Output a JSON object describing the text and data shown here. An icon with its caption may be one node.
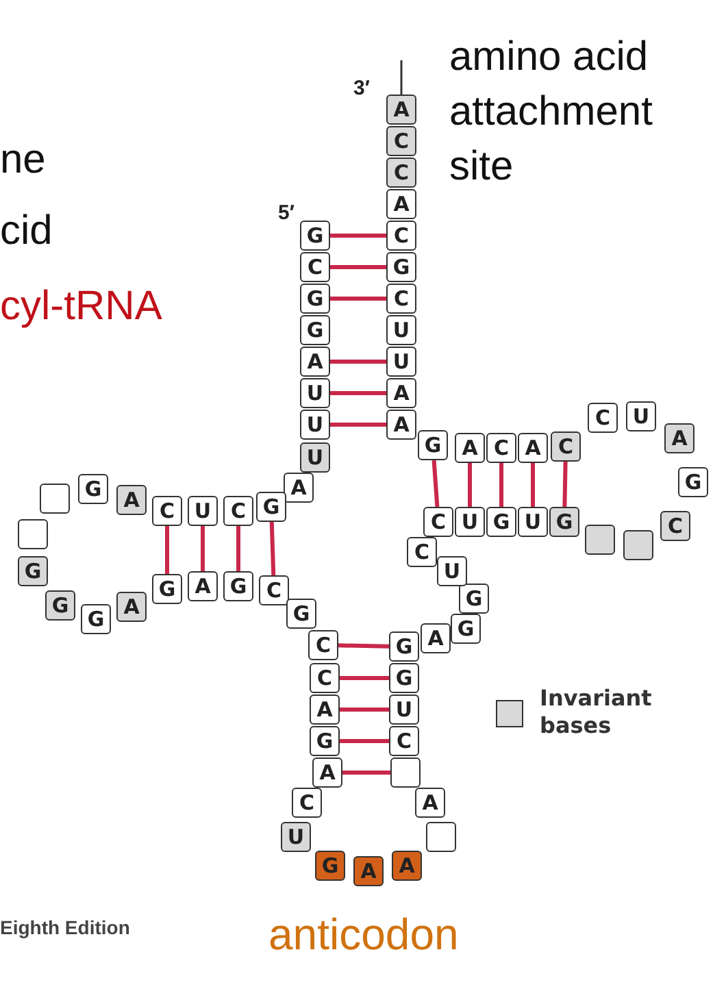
{
  "diagram": {
    "nodes": [
      {
        "text": [
          "G"
        ]
      },
      {
        "text": [
          "C"
        ]
      },
      {
        "text": [
          "G"
        ]
      },
      {
        "text": [
          "G"
        ]
      },
      {
        "text": [
          "A"
        ]
      },
      {
        "text": [
          "U"
        ]
      },
      {
        "text": [
          "U"
        ]
      },
      {
        "text": [
          "U"
        ]
      },
      {
        "text": [
          "A"
        ]
      },
      {
        "text": [
          "G"
        ]
      },
      {
        "text": [
          "C"
        ]
      },
      {
        "text": [
          "U"
        ]
      },
      {
        "text": [
          "C"
        ]
      },
      {
        "text": [
          "A"
        ]
      },
      {
        "text": [
          "G"
        ]
      },
      {
        "text": [],
        "shape": "box"
      },
      {
        "text": [],
        "shape": "box"
      },
      {
        "text": [
          "G"
        ]
      },
      {
        "text": [
          "G"
        ]
      },
      {
        "text": [
          "G"
        ]
      },
      {
        "text": [
          "A"
        ]
      },
      {
        "text": [
          "G"
        ]
      },
      {
        "text": [
          "A"
        ]
      },
      {
        "text": [
          "G"
        ]
      },
      {
        "text": [
          "C"
        ]
      },
      {
        "text": [
          "G"
        ]
      },
      {
        "text": [
          "C"
        ]
      },
      {
        "text": [
          "C"
        ]
      },
      {
        "text": [
          "A"
        ]
      },
      {
        "text": [
          "G"
        ]
      },
      {
        "text": [
          "A"
        ]
      },
      {
        "text": [
          "C"
        ]
      },
      {
        "text": [
          "U"
        ]
      },
      {
        "text": [
          "G"
        ]
      },
      {
        "text": [
          "A"
        ]
      },
      {
        "text": [
          "A"
        ]
      },
      {
        "text": [],
        "shape": "box"
      },
      {
        "text": [
          "A"
        ]
      },
      {
        "text": [],
        "shape": "box"
      },
      {
        "text": [
          "C"
        ]
      },
      {
        "text": [
          "U"
        ]
      },
      {
        "text": [
          "G"
        ]
      },
      {
        "text": [
          "G"
        ]
      },
      {
        "text": [
          "A"
        ]
      },
      {
        "text": [
          "G"
        ]
      },
      {
        "text": [
          "G"
        ]
      },
      {
        "text": [
          "U"
        ]
      },
      {
        "text": [
          "C"
        ]
      },
      {
        "text": [
          "C"
        ]
      },
      {
        "text": [
          "U"
        ]
      },
      {
        "text": [
          "G"
        ]
      },
      {
        "text": [
          "U"
        ]
      },
      {
        "text": [
          "G"
        ]
      },
      {
        "text": [],
        "shape": "box"
      },
      {
        "text": [],
        "shape": "box"
      },
      {
        "text": [
          "C"
        ]
      },
      {
        "text": [
          "G"
        ]
      },
      {
        "text": [
          "A"
        ]
      },
      {
        "text": [
          "U"
        ]
      },
      {
        "text": [
          "C"
        ]
      },
      {
        "text": [
          "C"
        ]
      },
      {
        "text": [
          "A"
        ]
      },
      {
        "text": [
          "C"
        ]
      },
      {
        "text": [
          "A"
        ]
      },
      {
        "text": [
          "G"
        ]
      },
      {
        "text": [
          "A"
        ]
      },
      {
        "text": [
          "A"
        ]
      },
      {
        "text": [
          "U"
        ]
      },
      {
        "text": [
          "U"
        ]
      },
      {
        "text": [
          "C"
        ]
      },
      {
        "text": [
          "G"
        ]
      },
      {
        "text": [
          "C"
        ]
      },
      {
        "text": [
          "A"
        ]
      },
      {
        "text": [
          "C"
        ]
      },
      {
        "text": [
          "C"
        ]
      },
      {
        "text": [
          "A"
        ]
      }
    ],
    "edges": [
      {
        "from": 0,
        "to": 71,
        "arrow": "none"
      },
      {
        "from": 1,
        "to": 70,
        "arrow": "none"
      },
      {
        "from": 2,
        "to": 69,
        "arrow": "none"
      },
      {
        "from": 4,
        "to": 67,
        "arrow": "none"
      },
      {
        "from": 5,
        "to": 66,
        "arrow": "none"
      },
      {
        "from": 6,
        "to": 65,
        "arrow": "none"
      },
      {
        "from": 12,
        "to": 21,
        "arrow": "none"
      },
      {
        "from": 11,
        "to": 22,
        "arrow": "none"
      },
      {
        "from": 10,
        "to": 23,
        "arrow": "none"
      },
      {
        "from": 9,
        "to": 24,
        "arrow": "none"
      },
      {
        "from": 26,
        "to": 42,
        "arrow": "none"
      },
      {
        "from": 27,
        "to": 41,
        "arrow": "none"
      },
      {
        "from": 28,
        "to": 40,
        "arrow": "none"
      },
      {
        "from": 29,
        "to": 39,
        "arrow": "none"
      },
      {
        "from": 30,
        "to": 38,
        "arrow": "none"
      },
      {
        "from": 48,
        "to": 64,
        "arrow": "none"
      },
      {
        "from": 49,
        "to": 63,
        "arrow": "none"
      },
      {
        "from": 50,
        "to": 62,
        "arrow": "none"
      },
      {
        "from": 51,
        "to": 61,
        "arrow": "none"
      },
      {
        "from": 52,
        "to": 60,
        "arrow": "none"
      }
    ],
    "labels": [
      "amino acid attachment site",
      "3′",
      "ne",
      "5′",
      "cid",
      "cyl-tRNA",
      "Eighth Edition",
      "anticodon"
    ],
    "legend": [
      {
        "text": "Invariant bases",
        "color": "#d9d9d9"
      }
    ]
  }
}
